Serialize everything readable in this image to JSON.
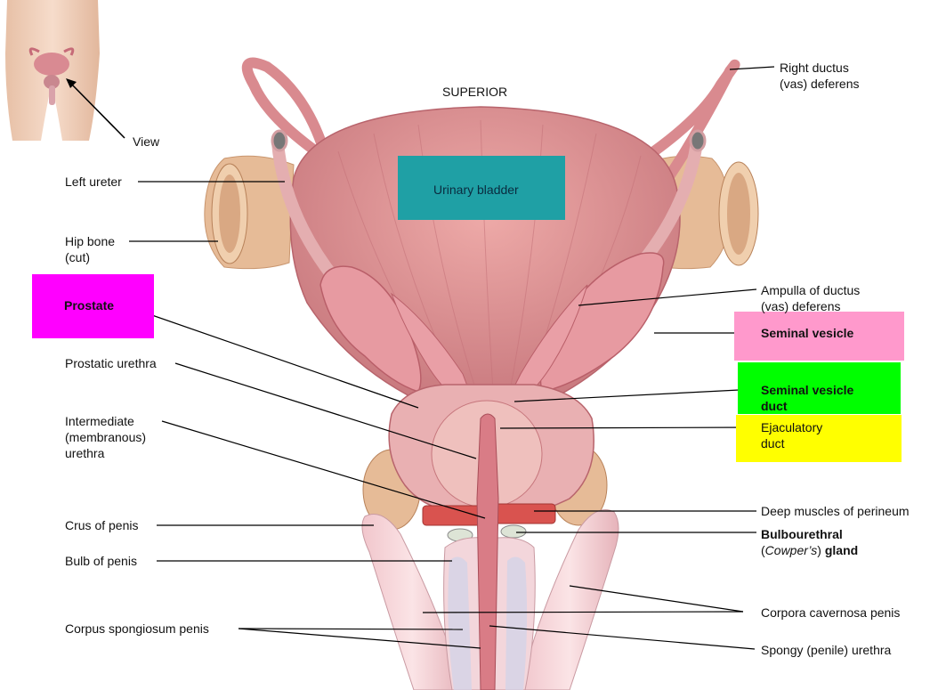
{
  "colors": {
    "bladder_box": "#1fa0a5",
    "prostate_box": "#ff00ff",
    "seminal_vesicle_box": "#ff99cc",
    "seminal_vesicle_duct_box": "#00ff00",
    "ejaculatory_duct_box": "#ffff00",
    "tissue_pink": "#e9a3a3",
    "tissue_dark": "#c86b72",
    "bone": "#e9c09a"
  },
  "orientation": "SUPERIOR",
  "inset_view_label": "View",
  "labels": {
    "urinary_bladder": "Urinary bladder",
    "prostate": "Prostate",
    "left_ureter": "Left ureter",
    "hip_bone_1": "Hip bone",
    "hip_bone_2": "(cut)",
    "prostatic_urethra": "Prostatic urethra",
    "intermediate_1": "Intermediate",
    "intermediate_2": "(membranous)",
    "intermediate_3": "urethra",
    "crus_of_penis": "Crus of penis",
    "bulb_of_penis": "Bulb of penis",
    "corpus_spongiosum": "Corpus spongiosum penis",
    "right_ductus_1": "Right ductus",
    "right_ductus_2": "(vas) deferens",
    "ampulla_1": "Ampulla of ductus",
    "ampulla_2": "(vas) deferens",
    "seminal_vesicle": "Seminal vesicle",
    "seminal_vesicle_duct_1": "Seminal vesicle",
    "seminal_vesicle_duct_2": "duct",
    "ejaculatory_duct_1": "Ejaculatory",
    "ejaculatory_duct_2": "duct",
    "deep_muscles": "Deep muscles of perineum",
    "bulbourethral_1": "Bulbourethral",
    "bulbourethral_2a": "Cowper’s",
    "bulbourethral_2b": "gland",
    "corpora_cavernosa": "Corpora cavernosa penis",
    "spongy_urethra": "Spongy (penile) urethra"
  }
}
